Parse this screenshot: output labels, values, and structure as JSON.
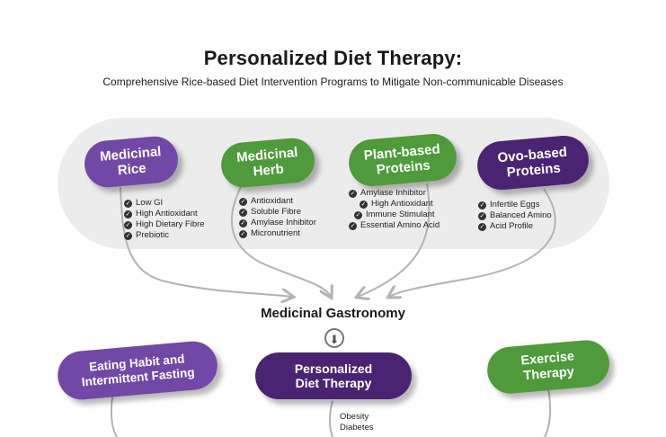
{
  "title": "Personalized Diet Therapy:",
  "subtitle": "Comprehensive Rice-based Diet Intervention Programs to Mitigate Non-communicable Diseases",
  "categories": [
    {
      "label_line1": "Medicinal",
      "label_line2": "Rice",
      "items": [
        "Low GI",
        "High Antioxidant",
        "High Dietary Fibre",
        "Prebiotic"
      ]
    },
    {
      "label_line1": "Medicinal",
      "label_line2": "Herb",
      "items": [
        "Antioxidant",
        "Soluble Fibre",
        "Amylase Inhibitor",
        "Micronutrient"
      ]
    },
    {
      "label_line1": "Plant-based",
      "label_line2": "Proteins",
      "items": [
        "Amylase Inhibitor",
        "High Antioxidant",
        "Immune Stimulant",
        "Essential Amino Acid"
      ]
    },
    {
      "label_line1": "Ovo-based",
      "label_line2": "Proteins",
      "items": [
        "Infertile Eggs",
        "Balanced Amino",
        "Acid Profile"
      ]
    }
  ],
  "hub": "Medicinal Gastronomy",
  "bottom": {
    "left_line1": "Eating Habit and",
    "left_line2": "Intermittent Fasting",
    "center_line1": "Personalized",
    "center_line2": "Diet Therapy",
    "right_line1": "Exercise",
    "right_line2": "Therapy",
    "center_items": [
      "Obesity",
      "Diabetes"
    ]
  },
  "check_glyph": "✓",
  "down_glyph": "⬇",
  "colors": {
    "purple": "#7248a6",
    "green": "#4f9a3a",
    "dark_purple": "#4a2472",
    "band": "#ececec",
    "connector": "#b3b3b3"
  }
}
